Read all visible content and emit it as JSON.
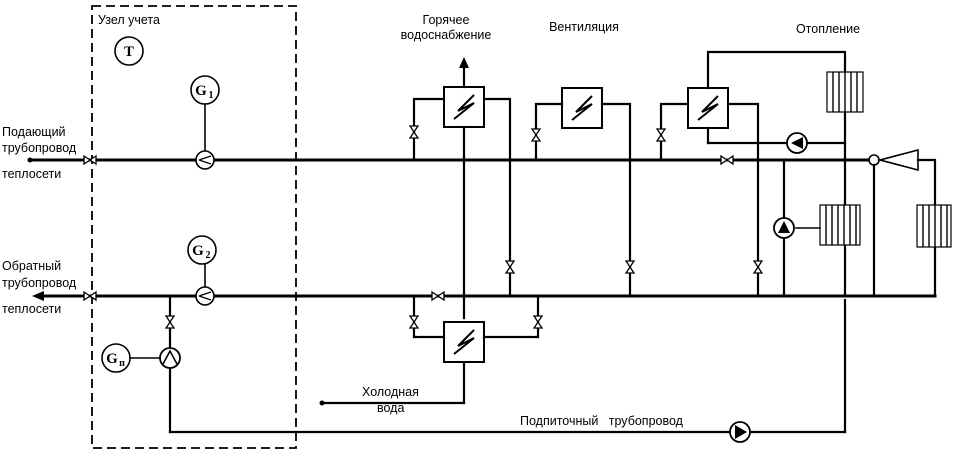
{
  "labels": {
    "metering_unit": "Узел учета",
    "hot_water_1": "Горячее",
    "hot_water_2": "водоснабжение",
    "ventilation": "Вентиляция",
    "heating": "Отопление",
    "supply_1": "Подающий",
    "supply_2": "трубопровод",
    "supply_3": "теплосети",
    "return_1": "Обратный",
    "return_2": "трубопровод",
    "return_3": "теплосети",
    "cold_water_1": "Холодная",
    "cold_water_2": "вода",
    "makeup_pipe": "Подпиточный   трубопровод"
  },
  "meters": {
    "t": "T",
    "g1_main": "G",
    "g1_sub": "1",
    "g2_main": "G",
    "g2_sub": "2",
    "gp_main": "G",
    "gp_sub": "п"
  }
}
